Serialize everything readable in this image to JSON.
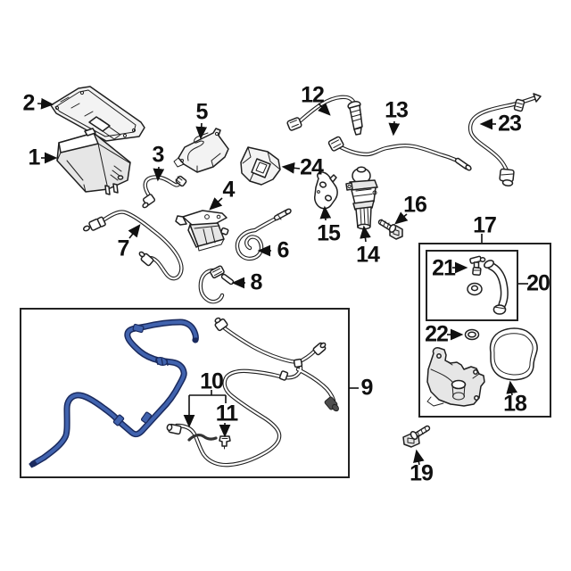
{
  "diagram": {
    "title": "Exploded emission-system parts diagram",
    "background": "#ffffff",
    "line_color": "#1f1f1f",
    "highlight": {
      "fill": "#4163ae",
      "outline": "#1a2a5e",
      "applies_to_part": "9"
    },
    "groups": [
      {
        "name": "group-box-9",
        "parts": [
          "9",
          "10",
          "11"
        ]
      },
      {
        "name": "group-box-17",
        "parts": [
          "17",
          "18",
          "20",
          "21",
          "22"
        ]
      }
    ],
    "callouts": [
      {
        "part": "1"
      },
      {
        "part": "2"
      },
      {
        "part": "3"
      },
      {
        "part": "4"
      },
      {
        "part": "5"
      },
      {
        "part": "6"
      },
      {
        "part": "7"
      },
      {
        "part": "8"
      },
      {
        "part": "9"
      },
      {
        "part": "10"
      },
      {
        "part": "11"
      },
      {
        "part": "12"
      },
      {
        "part": "13"
      },
      {
        "part": "14"
      },
      {
        "part": "15"
      },
      {
        "part": "16"
      },
      {
        "part": "17"
      },
      {
        "part": "18"
      },
      {
        "part": "19"
      },
      {
        "part": "20"
      },
      {
        "part": "21"
      },
      {
        "part": "22"
      },
      {
        "part": "23"
      },
      {
        "part": "24"
      }
    ]
  }
}
